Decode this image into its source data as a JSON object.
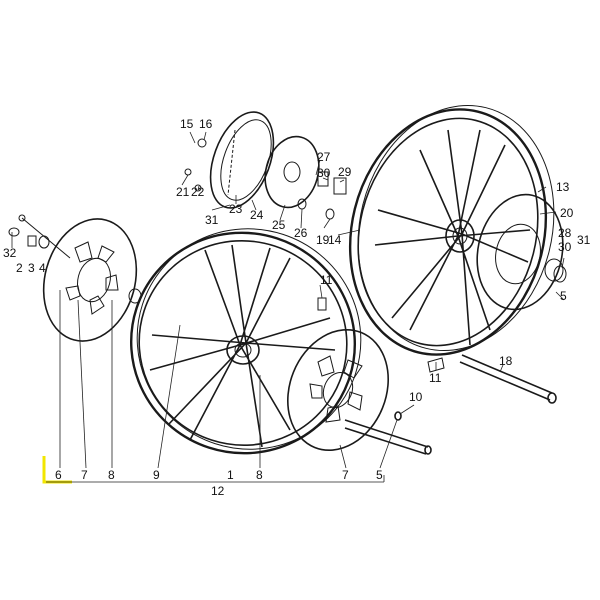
{
  "callouts": [
    {
      "id": "c15",
      "text": "15"
    },
    {
      "id": "c16",
      "text": "16"
    },
    {
      "id": "c21",
      "text": "21"
    },
    {
      "id": "c22",
      "text": "22"
    },
    {
      "id": "c23",
      "text": "23"
    },
    {
      "id": "c24",
      "text": "24"
    },
    {
      "id": "c25",
      "text": "25"
    },
    {
      "id": "c26",
      "text": "26"
    },
    {
      "id": "c27",
      "text": "27"
    },
    {
      "id": "c30a",
      "text": "30"
    },
    {
      "id": "c29",
      "text": "29"
    },
    {
      "id": "c19",
      "text": "19"
    },
    {
      "id": "c14",
      "text": "14"
    },
    {
      "id": "c31a",
      "text": "31"
    },
    {
      "id": "c13",
      "text": "13"
    },
    {
      "id": "c20",
      "text": "20"
    },
    {
      "id": "c28",
      "text": "28"
    },
    {
      "id": "c30b",
      "text": "30"
    },
    {
      "id": "c31b",
      "text": "31"
    },
    {
      "id": "c5a",
      "text": "5"
    },
    {
      "id": "c32",
      "text": "32"
    },
    {
      "id": "c2",
      "text": "2"
    },
    {
      "id": "c3",
      "text": "3"
    },
    {
      "id": "c4",
      "text": "4"
    },
    {
      "id": "c11a",
      "text": "11"
    },
    {
      "id": "c11b",
      "text": "11"
    },
    {
      "id": "c18",
      "text": "18"
    },
    {
      "id": "c10",
      "text": "10"
    },
    {
      "id": "c6",
      "text": "6"
    },
    {
      "id": "c7a",
      "text": "7"
    },
    {
      "id": "c8a",
      "text": "8"
    },
    {
      "id": "c9",
      "text": "9"
    },
    {
      "id": "c1",
      "text": "1"
    },
    {
      "id": "c8b",
      "text": "8"
    },
    {
      "id": "c7b",
      "text": "7"
    },
    {
      "id": "c5b",
      "text": "5"
    },
    {
      "id": "c12",
      "text": "12"
    }
  ],
  "highlight": {
    "label_id": "c6",
    "color": "#f2e600"
  },
  "colors": {
    "ink": "#1a1a1a",
    "background": "#ffffff"
  }
}
